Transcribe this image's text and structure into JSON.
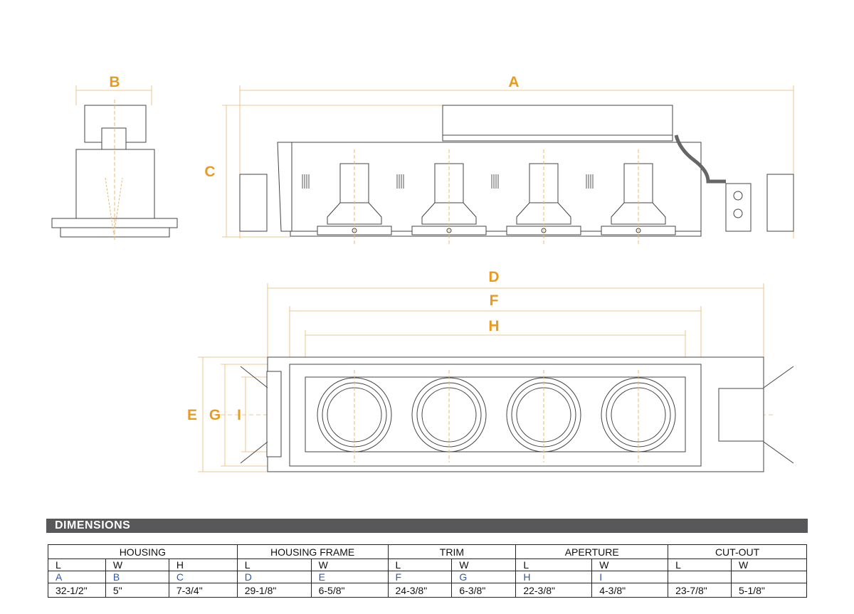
{
  "dimension_labels": {
    "A": "A",
    "B": "B",
    "C": "C",
    "D": "D",
    "E": "E",
    "F": "F",
    "G": "G",
    "H": "H",
    "I": "I"
  },
  "colors": {
    "label": "#ec9a1e",
    "bar": "#58585a",
    "letter": "#2e59a7"
  },
  "table": {
    "title": "DIMENSIONS",
    "groups": [
      {
        "name": "HOUSING",
        "cols": [
          {
            "dim": "L",
            "letter": "A",
            "value": "32-1/2\""
          },
          {
            "dim": "W",
            "letter": "B",
            "value": "5\""
          },
          {
            "dim": "H",
            "letter": "C",
            "value": "7-3/4\""
          }
        ]
      },
      {
        "name": "HOUSING FRAME",
        "cols": [
          {
            "dim": "L",
            "letter": "D",
            "value": "29-1/8\""
          },
          {
            "dim": "W",
            "letter": "E",
            "value": "6-5/8\""
          }
        ]
      },
      {
        "name": "TRIM",
        "cols": [
          {
            "dim": "L",
            "letter": "F",
            "value": "24-3/8\""
          },
          {
            "dim": "W",
            "letter": "G",
            "value": "6-3/8\""
          }
        ]
      },
      {
        "name": "APERTURE",
        "cols": [
          {
            "dim": "L",
            "letter": "H",
            "value": "22-3/8\""
          },
          {
            "dim": "W",
            "letter": "I",
            "value": "4-3/8\""
          }
        ]
      },
      {
        "name": "CUT-OUT",
        "cols": [
          {
            "dim": "L",
            "letter": "",
            "value": "23-7/8\""
          },
          {
            "dim": "W",
            "letter": "",
            "value": "5-1/8\""
          }
        ]
      }
    ]
  }
}
